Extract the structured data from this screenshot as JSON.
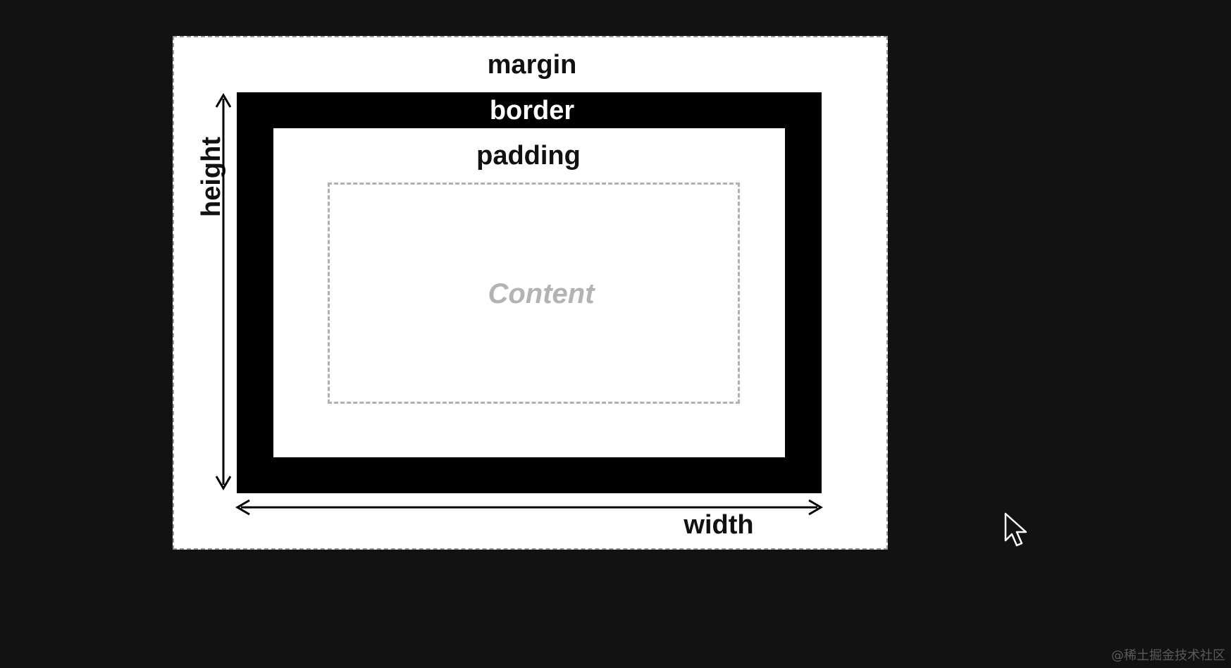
{
  "diagram": {
    "labels": {
      "margin": "margin",
      "border": "border",
      "padding": "padding",
      "content": "Content",
      "width": "width",
      "height": "height"
    },
    "colors": {
      "background": "#121212",
      "margin_fill": "#ffffff",
      "border_fill": "#000000",
      "padding_fill": "#ffffff",
      "content_outline": "#b0b0b0",
      "content_text": "#b3b3b3"
    }
  },
  "cursor": {
    "icon": "arrow-cursor-icon"
  },
  "watermark": {
    "text": "@稀土掘金技术社区"
  }
}
